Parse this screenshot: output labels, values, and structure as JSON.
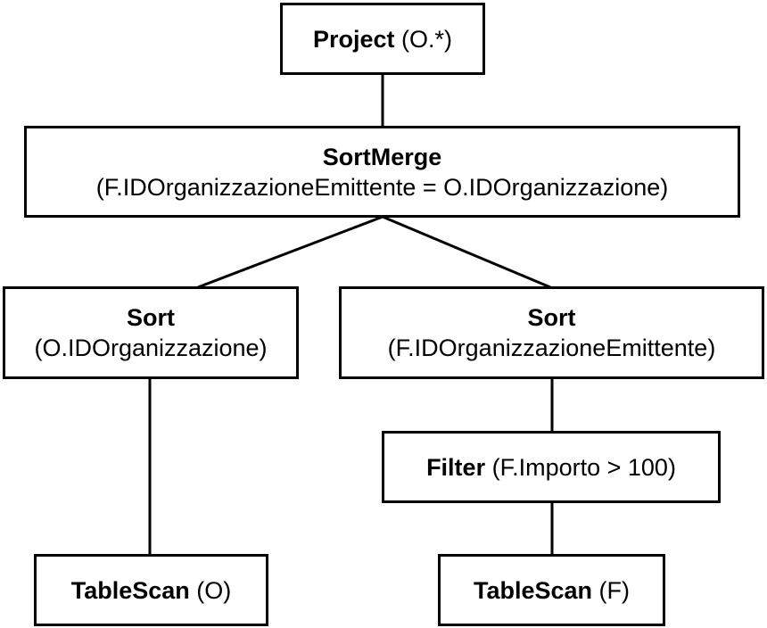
{
  "colors": {
    "stroke": "#000000",
    "background": "#ffffff"
  },
  "nodes": {
    "project": {
      "op": "Project",
      "args": "(O.*)"
    },
    "sortmerge": {
      "op": "SortMerge",
      "args": "(F.IDOrganizzazioneEmittente = O.IDOrganizzazione)"
    },
    "sort_left": {
      "op": "Sort",
      "args": "(O.IDOrganizzazione)"
    },
    "sort_right": {
      "op": "Sort",
      "args": "(F.IDOrganizzazioneEmittente)"
    },
    "filter": {
      "op": "Filter",
      "args": "(F.Importo > 100)"
    },
    "tablescan_o": {
      "op": "TableScan",
      "args": "(O)"
    },
    "tablescan_f": {
      "op": "TableScan",
      "args": "(F)"
    }
  }
}
